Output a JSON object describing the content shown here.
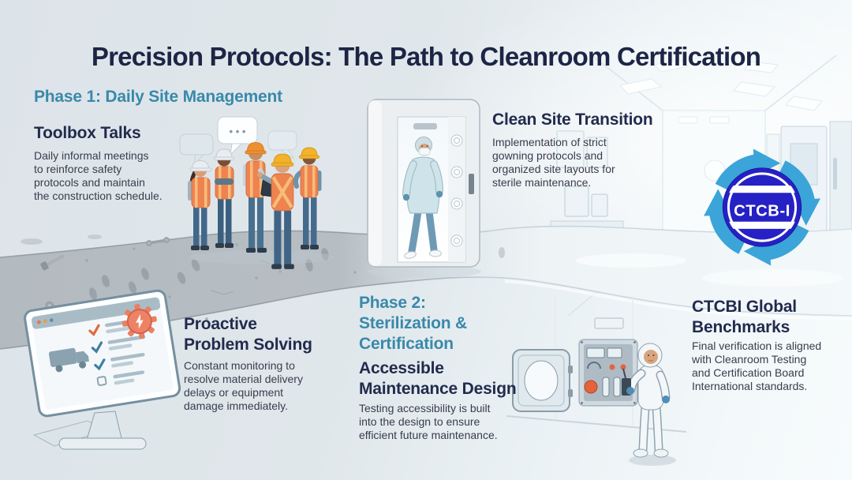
{
  "title": "Precision Protocols: The Path to Cleanroom Certification",
  "phase1": {
    "heading": "Phase 1: Daily Site Management",
    "cards": {
      "toolbox_talks": {
        "title": "Toolbox Talks",
        "body": "Daily informal meetings\nto reinforce safety\nprotocols and maintain\nthe construction schedule."
      },
      "clean_site_transition": {
        "title": "Clean Site Transition",
        "body": "Implementation of strict\ngowning protocols and\norganized site layouts for\nsterile maintenance."
      },
      "proactive_problem_solving": {
        "title": "Proactive\nProblem Solving",
        "body": "Constant monitoring to\nresolve material delivery\ndelays or equipment\ndamage immediately."
      }
    }
  },
  "phase2": {
    "heading": "Phase 2:\nSterilization &\nCertification",
    "cards": {
      "accessible_maintenance_design": {
        "title": "Accessible\nMaintenance Design",
        "body": "Testing accessibility is built\ninto the design to ensure\nefficient future maintenance."
      },
      "ctcbi_global_benchmarks": {
        "title": "CTCBI Global\nBenchmarks",
        "body": "Final verification is aligned\nwith Cleanroom Testing\nand Certification Board\nInternational standards."
      }
    }
  },
  "badge": {
    "label": "CTCB-I"
  },
  "speech_bubble": {
    "dots": "• • •"
  },
  "colors": {
    "accent_teal": "#3989aa",
    "heading_navy": "#1d2546",
    "body_text": "#373d4c",
    "badge_blue": "#2621c5",
    "badge_arrow_blue": "#3ba4d8",
    "safety_vest_orange": "#ee8351",
    "alert_gear_orange": "#ea7f61",
    "road_gray": "#b6bdc3",
    "cleanroom_white": "#f7fbfc"
  }
}
